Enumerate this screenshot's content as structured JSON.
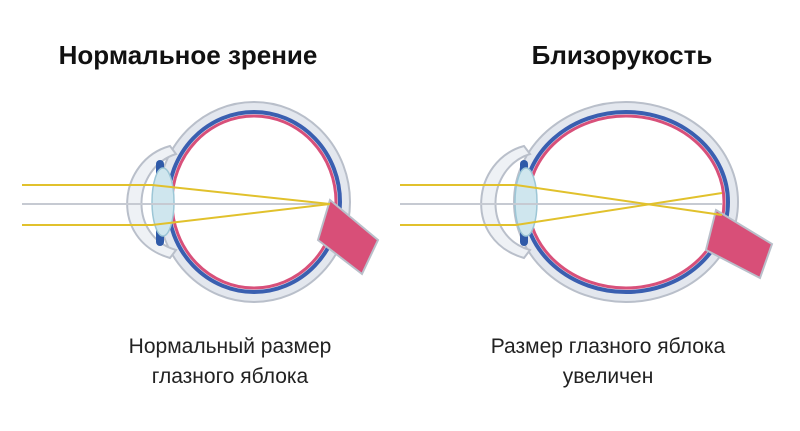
{
  "panels": [
    {
      "title": "Нормальное зрение",
      "caption_line1": "Нормальный размер",
      "caption_line2": "глазного яблока"
    },
    {
      "title": "Близорукость",
      "caption_line1": "Размер глазного яблока",
      "caption_line2": "увеличен"
    }
  ],
  "colors": {
    "sclera": "#dfe3ea",
    "sclera_outline": "#b7bdc8",
    "choroid": "#3a5fb0",
    "retina": "#d8507a",
    "optic_nerve": "#d84f78",
    "lens": "#cfe6ee",
    "iris": "#2f5aa8",
    "light_rays": "#e1c12c",
    "axis": "#c6cad2"
  }
}
